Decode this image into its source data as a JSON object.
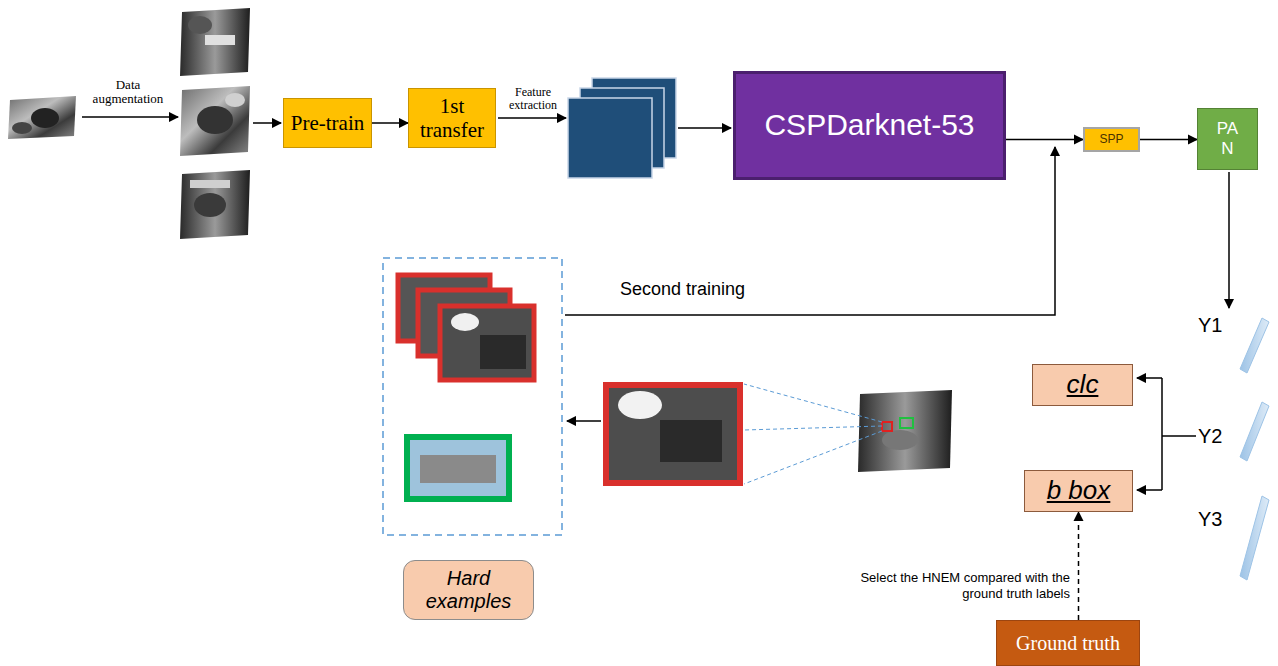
{
  "diagram": {
    "nodes": [
      {
        "text": [
          "Pre-train"
        ]
      },
      {
        "text": [
          "1st transfer"
        ]
      },
      {
        "text": [
          "CSPDarknet-53"
        ]
      },
      {
        "text": [
          "SPP"
        ]
      },
      {
        "text": [
          "PA N"
        ]
      },
      {
        "text": [
          "clc"
        ]
      },
      {
        "text": [
          "b box"
        ]
      },
      {
        "text": [
          "Hard examples"
        ]
      },
      {
        "text": [
          "Ground truth"
        ]
      }
    ],
    "edges": [
      {
        "from": 0,
        "to": 1,
        "arrow": "to"
      },
      {
        "from": 2,
        "to": 3,
        "arrow": "to"
      },
      {
        "from": 3,
        "to": 4,
        "arrow": "to"
      },
      {
        "from": 8,
        "to": 6,
        "arrow": "to",
        "label": "Select the HNEM compared with the ground truth labels"
      }
    ],
    "labels": [
      "Data augmentation",
      "Feature extraction",
      "Second training",
      "Y1",
      "Y2",
      "Y3"
    ]
  }
}
